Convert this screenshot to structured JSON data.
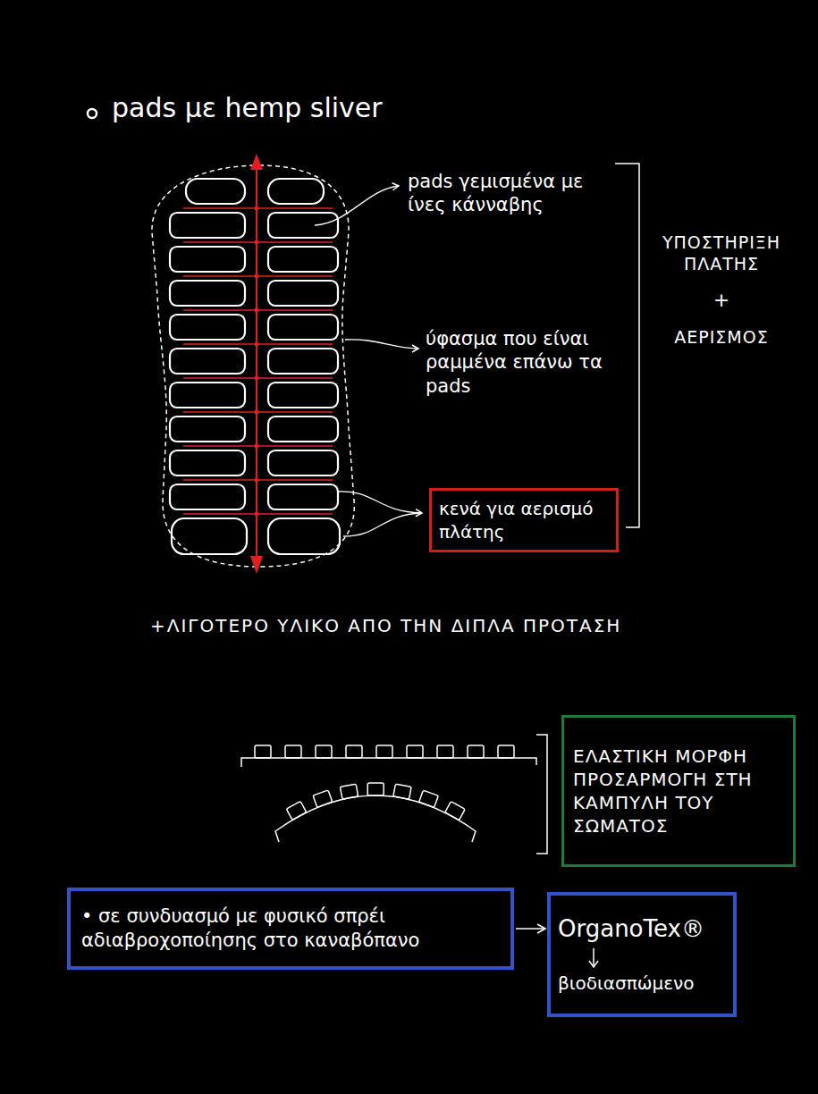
{
  "diagram": {
    "nodes": [
      {
        "text": [
          "κενά για αερισμό πλάτης"
        ]
      },
      {
        "text": [
          "ΕΛΑΣΤΙΚΗ ΜΟΡΦΗ ΠΡΟΣΑΡΜΟΓΗ ΣΤΗ ΚΑΜΠΥΛΗ ΤΟΥ ΣΩΜΑΤΟΣ"
        ]
      },
      {
        "text": [
          "• σε συνδυασμό με φυσικό σπρέι αδιαβροχοποίησης στο καναβόπανο"
        ]
      },
      {
        "text": [
          "OrganoTex®",
          "βιοδιασπώμενο"
        ]
      }
    ],
    "edges": [
      {
        "from": 2,
        "to": 3,
        "arrow": "to"
      }
    ],
    "labels": [
      "pads με hemp sliver",
      "pads γεμισμένα με ίνες κάνναβης",
      "ύφασμα που είναι ραμμένα επάνω τα pads",
      "ΥΠΟΣΤΗΡΙΞΗ ΠΛΑΤΗΣ",
      "+",
      "ΑΕΡΙΣΜΟΣ",
      "+ΛΙΓΟΤΕΡΟ ΥΛΙΚΟ ΑΠΟ ΤΗΝ ΔΙΠΛΑ ΠΡΟΤΑΣΗ"
    ]
  }
}
